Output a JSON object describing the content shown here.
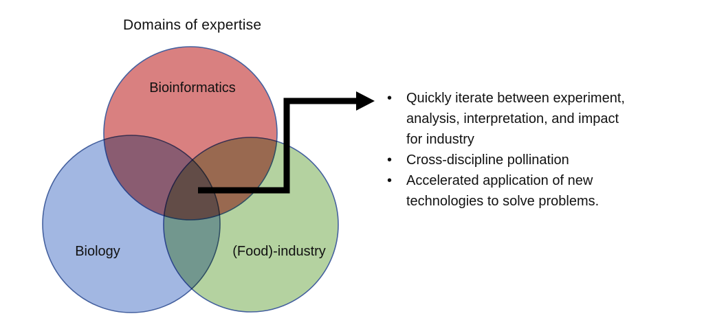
{
  "title": "Domains of expertise",
  "background_color": "#ffffff",
  "venn": {
    "stroke_color": "#44609e",
    "circles": [
      {
        "id": "bioinformatics",
        "label": "Bioinformatics",
        "fill": "#d98080"
      },
      {
        "id": "biology",
        "label": "Biology",
        "fill": "#a2b7e2"
      },
      {
        "id": "food-industry",
        "label": "(Food)-industry",
        "fill": "#b4d2a0"
      }
    ]
  },
  "arrow": {
    "color": "#000000"
  },
  "notes": {
    "items": [
      "Quickly iterate between experiment, analysis, interpretation, and impact for industry",
      "Cross-discipline pollination",
      "Accelerated application of new technologies to solve problems."
    ]
  }
}
